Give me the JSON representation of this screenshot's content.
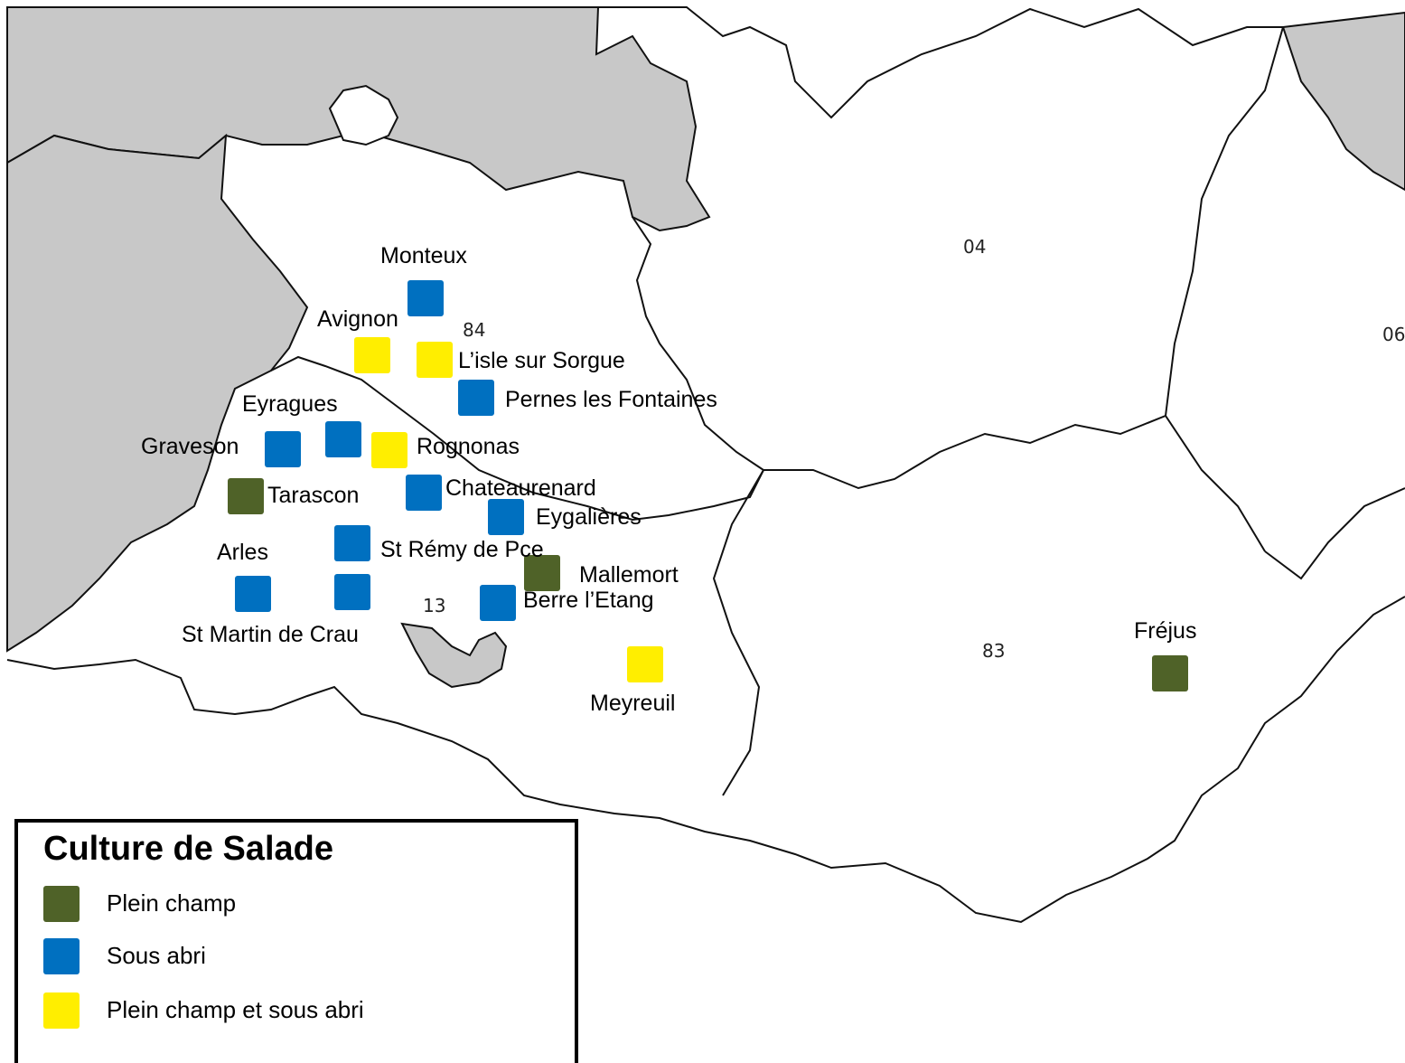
{
  "colors": {
    "plein_champ": "#4f6228",
    "sous_abri": "#0070c0",
    "mixte": "#ffee00",
    "outside_region": "#c8c8c8",
    "boundary": "#111111"
  },
  "departments": [
    {
      "code": "84"
    },
    {
      "code": "04"
    },
    {
      "code": "06"
    },
    {
      "code": "13"
    },
    {
      "code": "83"
    }
  ],
  "towns": [
    {
      "name": "Monteux",
      "type": "sous_abri"
    },
    {
      "name": "Avignon",
      "type": "mixte"
    },
    {
      "name": "L’isle sur Sorgue",
      "type": "mixte"
    },
    {
      "name": "Pernes les Fontaines",
      "type": "sous_abri"
    },
    {
      "name": "Eyragues",
      "type": "sous_abri"
    },
    {
      "name": "Graveson",
      "type": "sous_abri"
    },
    {
      "name": "Rognonas",
      "type": "mixte"
    },
    {
      "name": "Tarascon",
      "type": "plein_champ"
    },
    {
      "name": "Chateaurenard",
      "type": "sous_abri"
    },
    {
      "name": "Eygalières",
      "type": "sous_abri"
    },
    {
      "name": "St Rémy de Pce",
      "type": "sous_abri"
    },
    {
      "name": "Arles",
      "type": "sous_abri"
    },
    {
      "name": "Mallemort",
      "type": "plein_champ"
    },
    {
      "name": "St Martin de Crau",
      "type": "sous_abri"
    },
    {
      "name": "Berre l’Etang",
      "type": "sous_abri"
    },
    {
      "name": "Meyreuil",
      "type": "mixte"
    },
    {
      "name": "Fréjus",
      "type": "plein_champ"
    }
  ],
  "legend": {
    "title": "Culture de Salade",
    "items": [
      {
        "label": "Plein champ",
        "type": "plein_champ"
      },
      {
        "label": "Sous abri",
        "type": "sous_abri"
      },
      {
        "label": "Plein champ et sous abri",
        "type": "mixte"
      }
    ]
  }
}
